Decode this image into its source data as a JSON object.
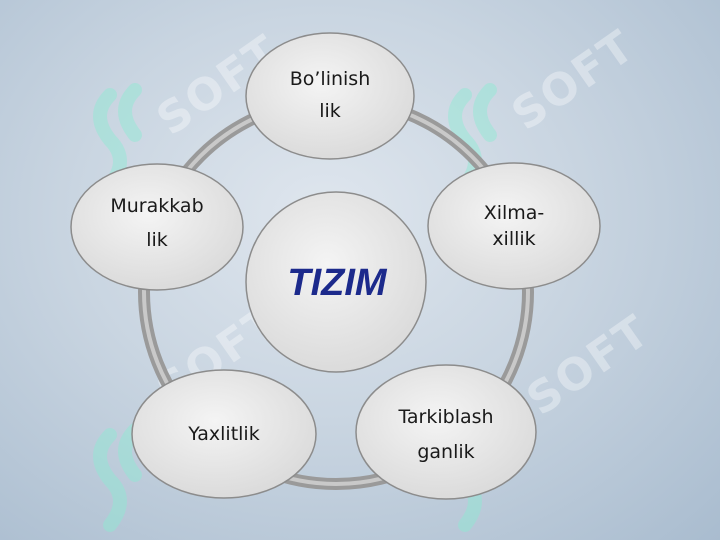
{
  "diagram": {
    "center": {
      "label": "TIZIM"
    },
    "nodes": [
      {
        "id": "bolinishlik",
        "lines": [
          "Bo’linish",
          "lik"
        ]
      },
      {
        "id": "xilma-xillik",
        "lines": [
          "Xilma-",
          "xillik"
        ]
      },
      {
        "id": "tarkiblashganlik",
        "lines": [
          "Tarkiblash",
          "ganlik"
        ]
      },
      {
        "id": "yaxlitlik",
        "lines": [
          "Yaxlitlik"
        ]
      },
      {
        "id": "murakkablik",
        "lines": [
          "Murakkab",
          "lik"
        ]
      }
    ]
  },
  "watermark": {
    "text": "SOFT"
  },
  "colors": {
    "node_fill": "#e9e9e9",
    "node_stroke": "#8c8c8c",
    "ring": "#9a9a9a",
    "center_text": "#1c2a8c"
  }
}
